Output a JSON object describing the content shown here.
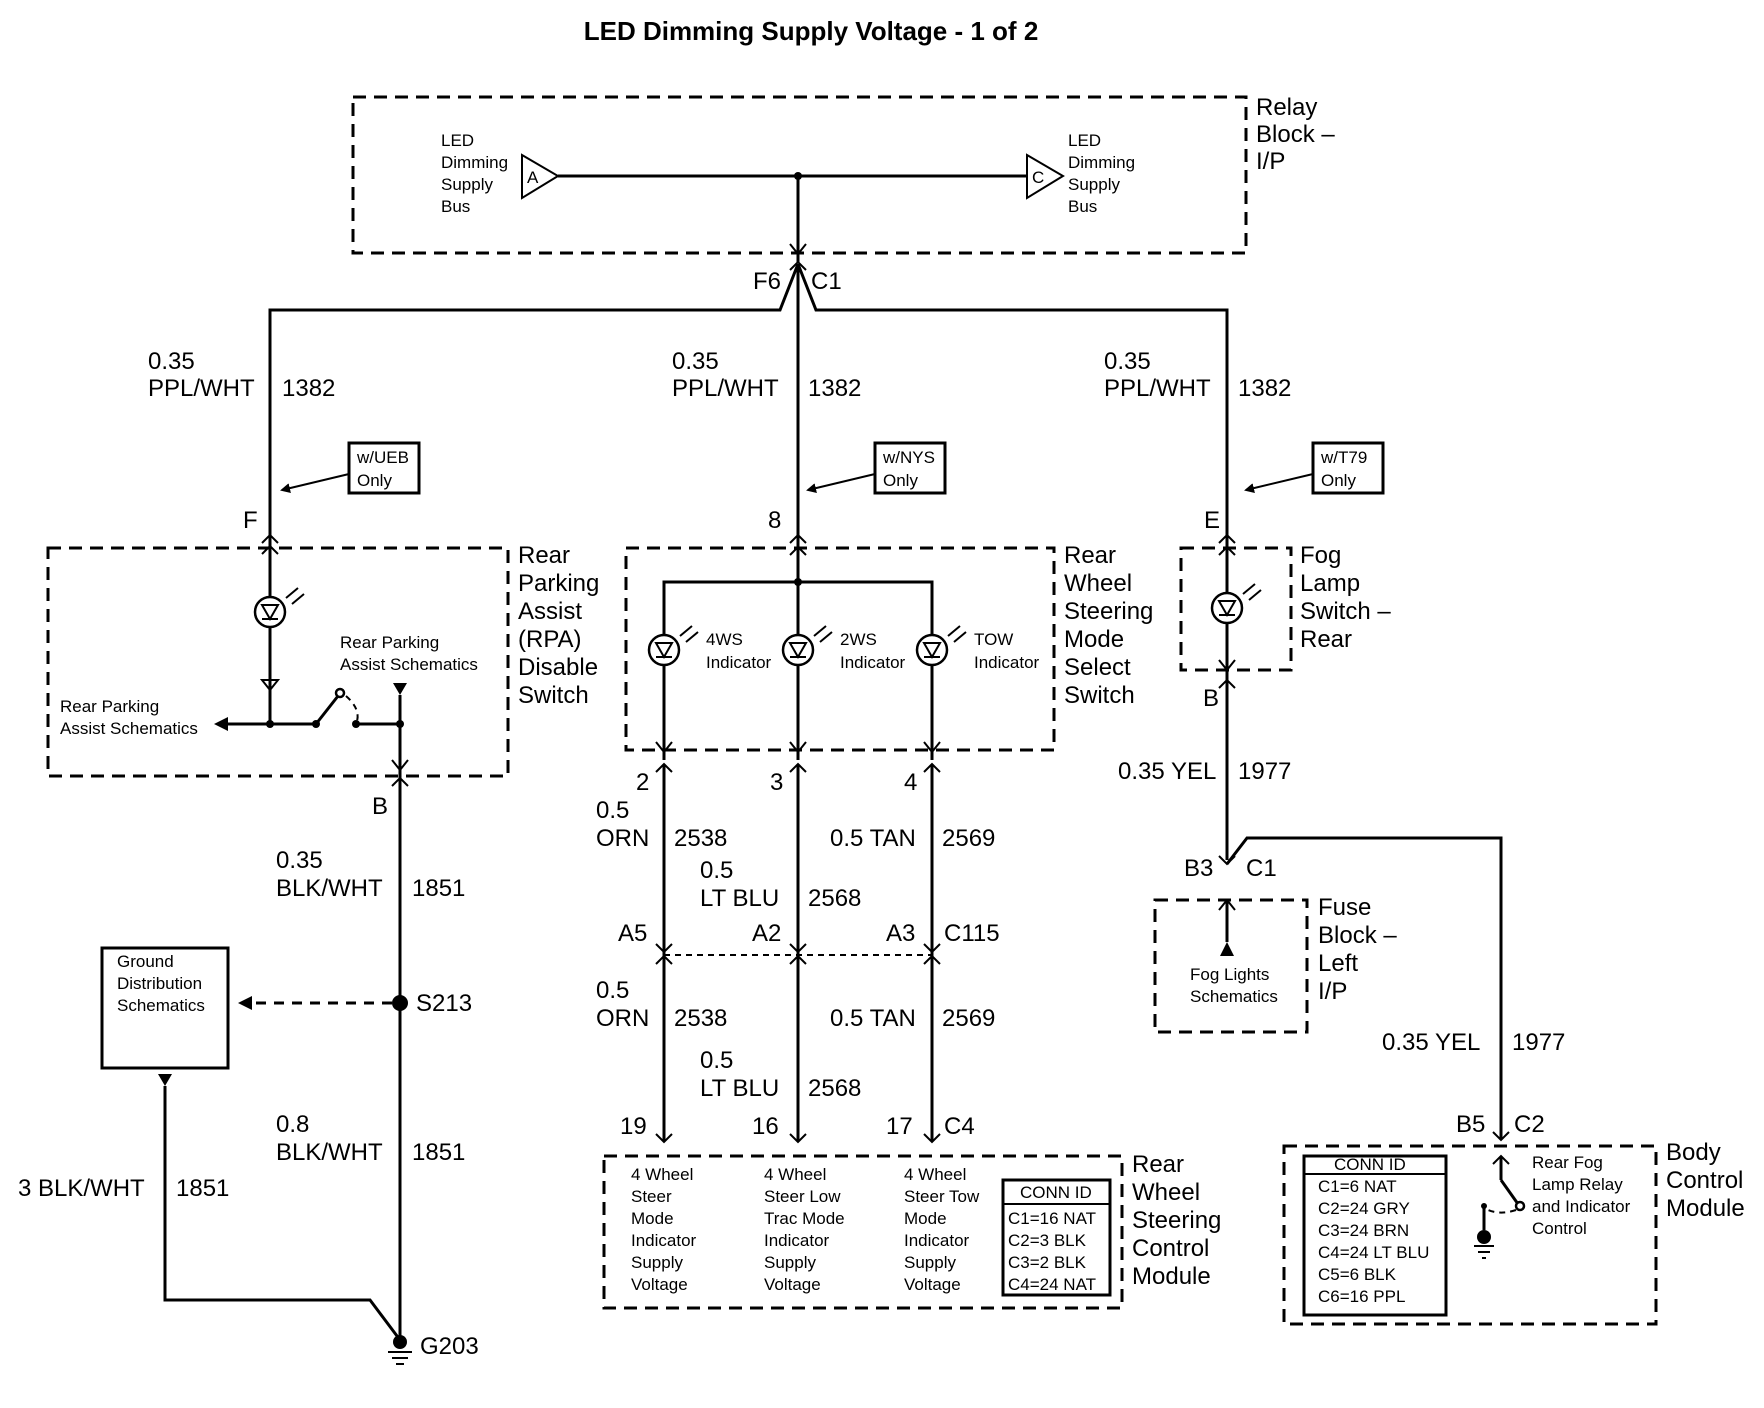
{
  "title": "LED Dimming Supply Voltage - 1 of 2",
  "relay_block": {
    "name": [
      "Relay",
      "Block –",
      "I/P"
    ],
    "bus_left_letter": "A",
    "bus_right_letter": "C",
    "bus_left_label": [
      "LED",
      "Dimming",
      "Supply",
      "Bus"
    ],
    "bus_right_label": [
      "LED",
      "Dimming",
      "Supply",
      "Bus"
    ],
    "pin": "F6",
    "connector": "C1"
  },
  "wires": {
    "left_top": [
      "0.35",
      "PPL/WHT",
      "1382"
    ],
    "mid_top": [
      "0.35",
      "PPL/WHT",
      "1382"
    ],
    "right_top": [
      "0.35",
      "PPL/WHT",
      "1382"
    ],
    "rpa_out": [
      "0.35",
      "BLK/WHT",
      "1851"
    ],
    "ground_main": [
      "0.8",
      "BLK/WHT",
      "1851"
    ],
    "ground_left": [
      "3 BLK/WHT",
      "1851"
    ],
    "orn_a": [
      "0.5",
      "ORN",
      "2538"
    ],
    "ltblu_a": [
      "0.5",
      "LT BLU",
      "2568"
    ],
    "tan_a": [
      "0.5 TAN",
      "2569"
    ],
    "orn_b": [
      "0.5",
      "ORN",
      "2538"
    ],
    "ltblu_b": [
      "0.5",
      "LT BLU",
      "2568"
    ],
    "tan_b": [
      "0.5 TAN",
      "2569"
    ],
    "yel_a": [
      "0.35 YEL",
      "1977"
    ],
    "yel_b": [
      "0.35 YEL",
      "1977"
    ]
  },
  "options": {
    "ueb": [
      "w/UEB",
      "Only"
    ],
    "nys": [
      "w/NYS",
      "Only"
    ],
    "t79": [
      "w/T79",
      "Only"
    ]
  },
  "pins": {
    "rpa_in": "F",
    "rpa_out": "B",
    "rws_in": "8",
    "rws_out": [
      "2",
      "3",
      "4"
    ],
    "fog_in": "E",
    "fog_out": "B",
    "c115": [
      "A5",
      "A2",
      "A3",
      "C115"
    ],
    "c4": [
      "19",
      "16",
      "17",
      "C4"
    ],
    "fuse": [
      "B3",
      "C1"
    ],
    "bcm": [
      "B5",
      "C2"
    ]
  },
  "components": {
    "rpa": {
      "name": [
        "Rear",
        "Parking",
        "Assist",
        "(RPA)",
        "Disable",
        "Switch"
      ],
      "ref_left": [
        "Rear Parking",
        "Assist Schematics"
      ],
      "ref_right": [
        "Rear Parking",
        "Assist Schematics"
      ]
    },
    "rws": {
      "name": [
        "Rear",
        "Wheel",
        "Steering",
        "Mode",
        "Select",
        "Switch"
      ],
      "ind1": [
        "4WS",
        "Indicator"
      ],
      "ind2": [
        "2WS",
        "Indicator"
      ],
      "ind3": [
        "TOW",
        "Indicator"
      ]
    },
    "fog": {
      "name": [
        "Fog",
        "Lamp",
        "Switch –",
        "Rear"
      ]
    },
    "fuse": {
      "name": [
        "Fuse",
        "Block –",
        "Left",
        "I/P"
      ],
      "ref": [
        "Fog Lights",
        "Schematics"
      ]
    },
    "ground_dist": [
      "Ground",
      "Distribution",
      "Schematics"
    ],
    "splice": "S213",
    "ground": "G203",
    "rwscm": {
      "name": [
        "Rear",
        "Wheel",
        "Steering",
        "Control",
        "Module"
      ],
      "col1": [
        "4 Wheel",
        "Steer",
        "Mode",
        "Indicator",
        "Supply",
        "Voltage"
      ],
      "col2": [
        "4 Wheel",
        "Steer Low",
        "Trac Mode",
        "Indicator",
        "Supply",
        "Voltage"
      ],
      "col3": [
        "4 Wheel",
        "Steer Tow",
        "Mode",
        "Indicator",
        "Supply",
        "Voltage"
      ],
      "conn_header": "CONN ID",
      "conn": [
        "C1=16 NAT",
        "C2=3 BLK",
        "C3=2 BLK",
        "C4=24 NAT"
      ]
    },
    "bcm": {
      "name": [
        "Body",
        "Control",
        "Module"
      ],
      "conn_header": "CONN ID",
      "conn": [
        "C1=6 NAT",
        "C2=24 GRY",
        "C3=24 BRN",
        "C4=24 LT BLU",
        "C5=6 BLK",
        "C6=16 PPL"
      ],
      "relay": [
        "Rear Fog",
        "Lamp Relay",
        "and Indicator",
        "Control"
      ]
    }
  }
}
